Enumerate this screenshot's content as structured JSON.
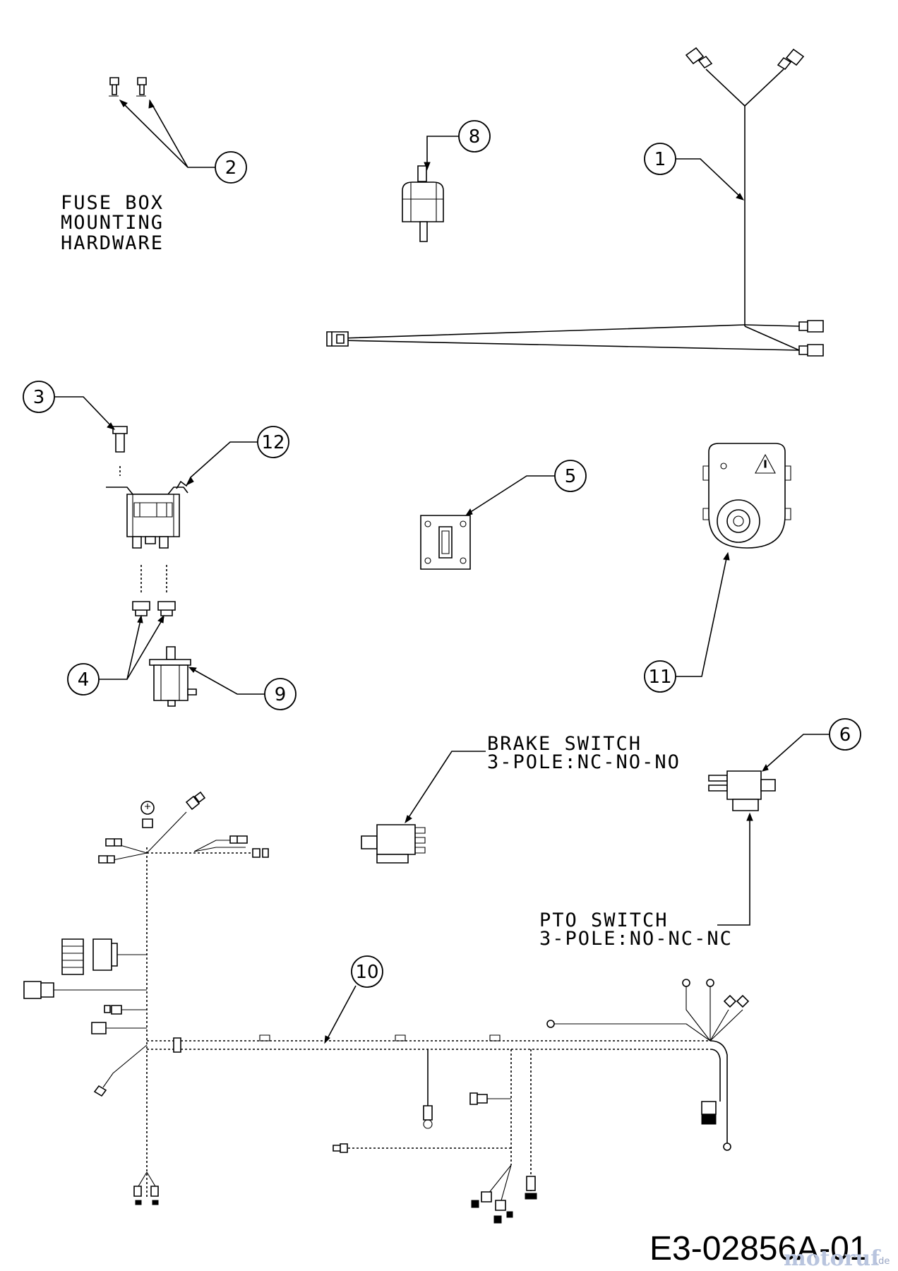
{
  "diagram": {
    "labels": {
      "fuse_box_line1": "FUSE BOX",
      "fuse_box_line2": "MOUNTING",
      "fuse_box_line3": "HARDWARE",
      "brake_line1": "BRAKE SWITCH",
      "brake_line2": "3-POLE:NC-NO-NO",
      "pto_line1": "PTO SWITCH",
      "pto_line2": "3-POLE:NO-NC-NC"
    },
    "callouts": {
      "c1": "1",
      "c2": "2",
      "c3": "3",
      "c4": "4",
      "c5": "5",
      "c6": "6",
      "c8": "8",
      "c9": "9",
      "c10": "10",
      "c11": "11",
      "c12": "12"
    },
    "drawing_code": "E3-02856A-01",
    "watermark": {
      "brand": "motoruf",
      "suffix": ".de"
    }
  }
}
